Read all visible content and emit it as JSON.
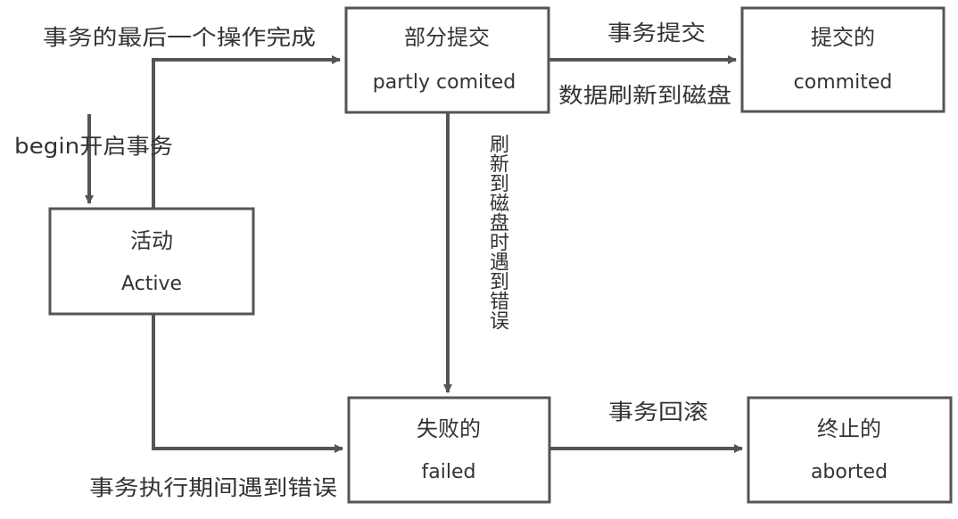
{
  "nodes": {
    "active": {
      "zh": "活动",
      "en": "Active"
    },
    "partly": {
      "zh": "部分提交",
      "en": "partly comited"
    },
    "committed": {
      "zh": "提交的",
      "en": "commited"
    },
    "failed": {
      "zh": "失败的",
      "en": "failed"
    },
    "aborted": {
      "zh": "终止的",
      "en": "aborted"
    }
  },
  "edges": {
    "begin": "begin开启事务",
    "last_op_done": "事务的最后一个操作完成",
    "commit_top": "事务提交",
    "commit_bottom": "数据刷新到磁盘",
    "flush_error": "刷新到磁盘时遇到错误",
    "exec_error": "事务执行期间遇到错误",
    "rollback": "事务回滚"
  }
}
